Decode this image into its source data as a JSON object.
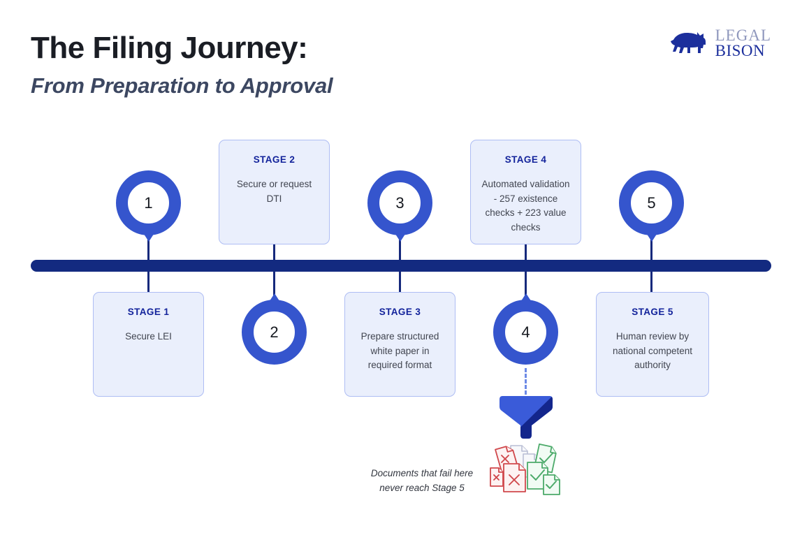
{
  "header": {
    "title": "The Filing Journey:",
    "subtitle": "From Preparation to Approval"
  },
  "logo": {
    "mark": "bison-icon",
    "word_top": "LEGAL",
    "word_bottom": "BISON",
    "color_mark": "#1c2f9c",
    "color_word_top": "#9098bd",
    "color_word_bottom": "#1c2f9c"
  },
  "timeline": {
    "axis_color": "#132a80",
    "connector_color": "#16297c",
    "pin_ring_color": "#3555cd",
    "card_fill": "#eaeffc",
    "card_border": "#aebdf4",
    "stages": [
      {
        "number": "1",
        "title": "STAGE 1",
        "body": "Secure LEI",
        "card_position": "below",
        "pin_position": "above"
      },
      {
        "number": "2",
        "title": "STAGE 2",
        "body": "Secure or request DTI",
        "card_position": "above",
        "pin_position": "below"
      },
      {
        "number": "3",
        "title": "STAGE 3",
        "body": "Prepare structured white paper in required format",
        "card_position": "below",
        "pin_position": "above"
      },
      {
        "number": "4",
        "title": "STAGE 4",
        "body": "Automated validation - 257 existence checks + 223 value checks",
        "card_position": "above",
        "pin_position": "below"
      },
      {
        "number": "5",
        "title": "STAGE 5",
        "body": "Human review by national competent authority",
        "card_position": "below",
        "pin_position": "above"
      }
    ]
  },
  "funnel": {
    "icon": "funnel-icon",
    "color_light": "#3a5bd9",
    "color_dark": "#13268c",
    "caption": "Documents that fail here never reach Stage 5",
    "caption_line_1": "Documents that fail here",
    "caption_line_2": "never reach Stage 5",
    "documents": {
      "rejected_icon": "document-reject-icon",
      "rejected_color": "#d0484c",
      "neutral_icon": "document-blank-icon",
      "neutral_color": "#b9bed4",
      "approved_icon": "document-approve-icon",
      "approved_color": "#4caa6a"
    }
  }
}
